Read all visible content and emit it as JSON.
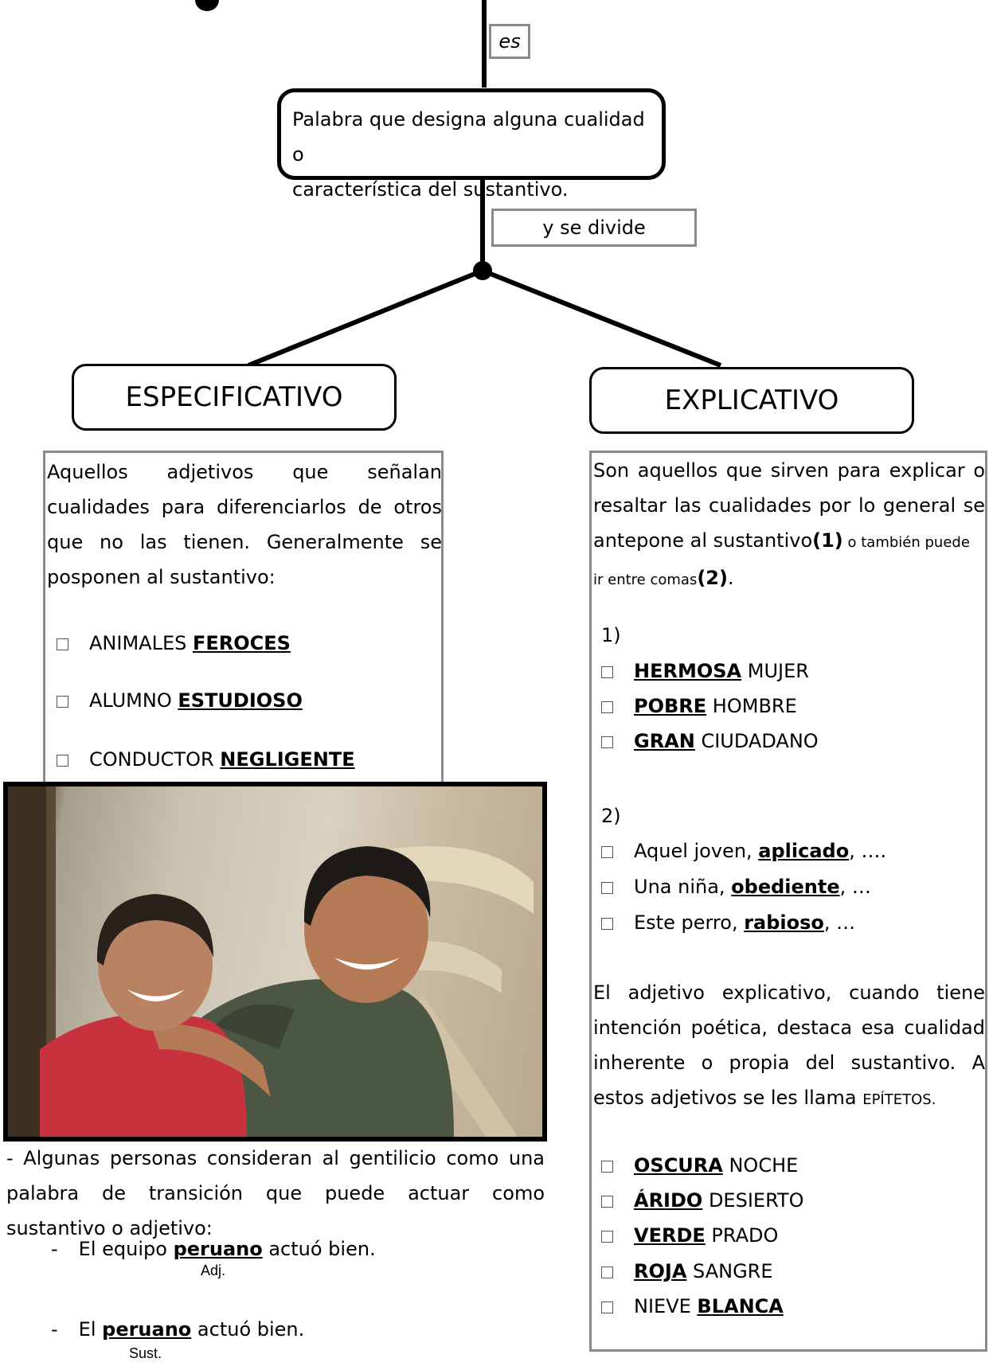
{
  "connectors": {
    "es": "es",
    "y_se_divide": "y se divide"
  },
  "definition": {
    "line1": "Palabra que designa alguna cualidad o",
    "line2": "característica del sustantivo."
  },
  "left": {
    "title": "ESPECIFICATIVO",
    "description": [
      "Aquellos adjetivos que señalan",
      "cualidades para diferenciarlos de otros",
      "que no las tienen. Generalmente se",
      "posponen al sustantivo:"
    ],
    "examples": [
      {
        "noun": "ANIMALES",
        "adj": "FEROCES"
      },
      {
        "noun": "ALUMNO",
        "adj": "ESTUDIOSO"
      },
      {
        "noun": "CONDUCTOR",
        "adj": "NEGLIGENTE"
      }
    ]
  },
  "right": {
    "title": "EXPLICATIVO",
    "description": {
      "line1": "Son aquellos que sirven para explicar o",
      "line2": "resaltar las cualidades por lo general se",
      "line3_a": "antepone al sustantivo",
      "line3_b": "(1)",
      "line3_c": " o también puede",
      "line4_a": "ir entre comas",
      "line4_b": "(2)",
      "line4_c": "."
    },
    "group1_label": "1)",
    "group1": [
      {
        "adj": "HERMOSA",
        "noun": " MUJER"
      },
      {
        "adj": "POBRE",
        "noun": " HOMBRE"
      },
      {
        "adj": "GRAN",
        "noun": " CIUDADANO"
      }
    ],
    "group2_label": "2)",
    "group2": [
      {
        "pre": "Aquel joven, ",
        "adj": "aplicado",
        "post": ", …."
      },
      {
        "pre": "Una niña, ",
        "adj": "obediente",
        "post": ", …"
      },
      {
        "pre": "Este perro, ",
        "adj": "rabioso",
        "post": ", …"
      }
    ],
    "epiteto_text": [
      "El adjetivo explicativo, cuando tiene",
      "intención poética, destaca esa cualidad",
      "inherente o propia del sustantivo. A"
    ],
    "epiteto_last_a": "estos adjetivos se les llama ",
    "epiteto_last_b": "EPÍTETOS.",
    "group3": [
      {
        "adj": "OSCURA",
        "noun": " NOCHE",
        "order": "adj-first"
      },
      {
        "adj": "ÁRIDO",
        "noun": " DESIERTO",
        "order": "adj-first"
      },
      {
        "adj": "VERDE",
        "noun": " PRADO",
        "order": "adj-first"
      },
      {
        "adj": "ROJA",
        "noun": " SANGRE",
        "order": "adj-first"
      },
      {
        "adj": "BLANCA",
        "noun": "NIEVE ",
        "order": "noun-first"
      }
    ]
  },
  "gentilicio": {
    "intro": [
      "- Algunas personas consideran al gentilicio como una",
      "palabra de transición que puede actuar como",
      "sustantivo o adjetivo:"
    ],
    "ex1_a": "El equipo ",
    "ex1_b": "peruano",
    "ex1_c": " actuó bien.",
    "ex1_tag": "Adj.",
    "ex2_a": "El ",
    "ex2_b": "peruano",
    "ex2_c": " actuó bien.",
    "ex2_tag": "Sust.",
    "dash": "-"
  },
  "colors": {
    "border_gray": "#8a8a8a",
    "ink": "#000000"
  }
}
